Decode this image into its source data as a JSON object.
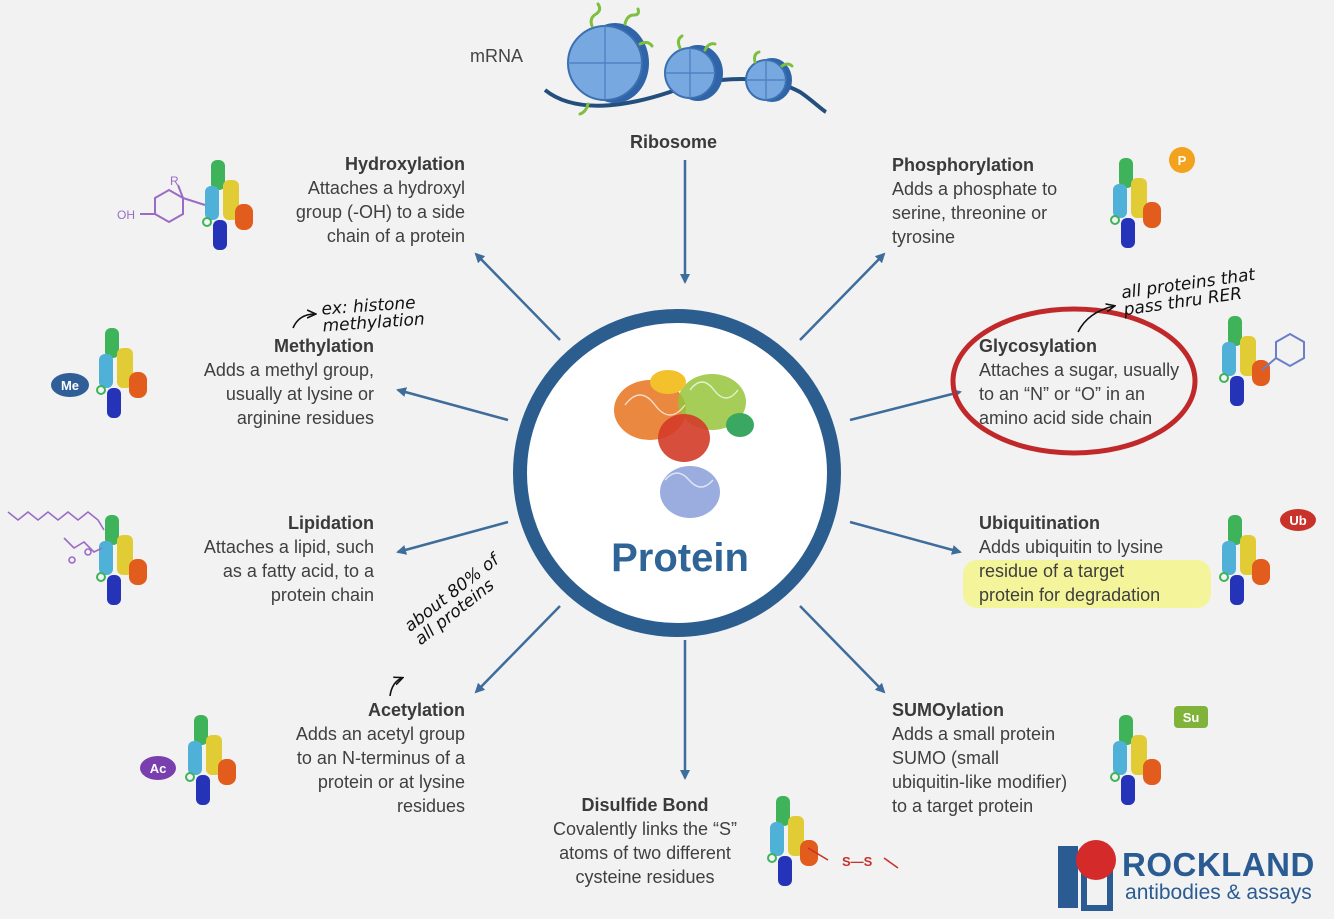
{
  "center": {
    "label": "Protein"
  },
  "top": {
    "mrna_label": "mRNA",
    "ribosome_label": "Ribosome"
  },
  "modifications": {
    "hydroxylation": {
      "title": "Hydroxylation",
      "description": "Attaches a hydroxyl\ngroup (-OH)  to a side\nchain of a protein"
    },
    "phosphorylation": {
      "title": "Phosphorylation",
      "description": "Adds a phosphate to\nserine, threonine or\ntyrosine"
    },
    "methylation": {
      "title": "Methylation",
      "description": "Adds a methyl group,\nusually at lysine or\narginine residues"
    },
    "glycosylation": {
      "title": "Glycosylation",
      "description": "Attaches a sugar, usually\nto an “N” or “O” in an\namino acid side chain"
    },
    "lipidation": {
      "title": "Lipidation",
      "description": "Attaches a lipid, such\nas a fatty acid, to a\nprotein chain"
    },
    "ubiquitination": {
      "title": "Ubiquitination",
      "description": "Adds ubiquitin to lysine\nresidue of a target\nprotein for degradation"
    },
    "acetylation": {
      "title": "Acetylation",
      "description": "Adds an acetyl group\nto an N-terminus of a\nprotein or at lysine\nresidues"
    },
    "disulfide": {
      "title": "Disulfide Bond",
      "description": "Covalently links the “S”\natoms of two different\ncysteine residues"
    },
    "sumoylation": {
      "title": "SUMOylation",
      "description": "Adds a small protein\nSUMO (small\nubiquitin-like modifier)\nto a target protein"
    }
  },
  "badges": {
    "phosphorylation": "P",
    "methylation": "Me",
    "ubiquitination": "Ub",
    "acetylation": "Ac",
    "sumoylation": "Su",
    "hydroxylation_oh": "OH",
    "hydroxylation_r": "R",
    "disulfide": "S—S"
  },
  "annotations": {
    "methylation_note": "ex: histone\n  methylation",
    "glycosylation_note": "all proteins that\n  pass thru RER",
    "acetylation_note": "about 80% of\nall proteins"
  },
  "logo": {
    "name": "ROCKLAND",
    "tagline": "antibodies & assays"
  },
  "colors": {
    "arrow": "#3e6d9c",
    "ring": "#2c5d8f",
    "ribosome": "#6a9fd8",
    "circle_annotation": "#c0282a",
    "highlight": "#f4f59a",
    "brand": "#2a5b93",
    "logo_red": "#d42a2a"
  }
}
